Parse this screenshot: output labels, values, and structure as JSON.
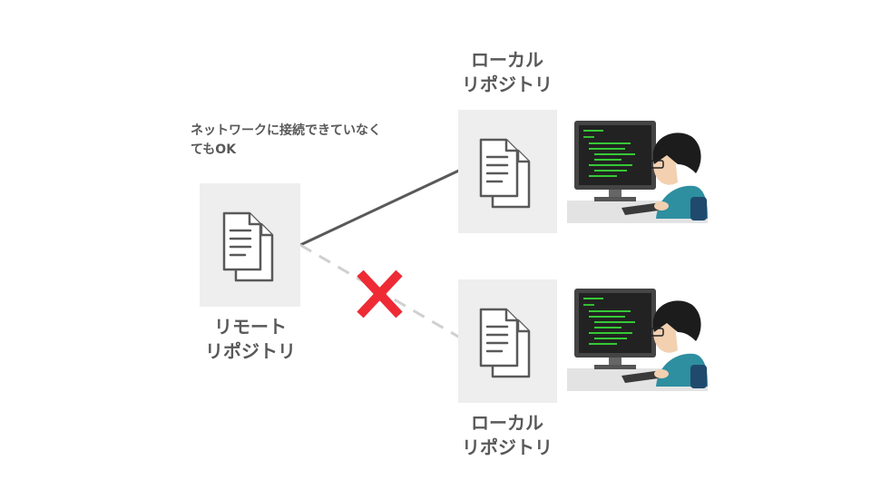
{
  "remote": {
    "line1": "リモート",
    "line2": "リポジトリ"
  },
  "local_top": {
    "line1": "ローカル",
    "line2": "リポジトリ"
  },
  "local_bottom": {
    "line1": "ローカル",
    "line2": "リポジトリ"
  },
  "note": {
    "line1": "ネットワークに接続できていなく",
    "line2": "てもOK"
  },
  "colors": {
    "box": "#eeeeee",
    "line_solid": "#595959",
    "line_dashed": "#d0d0d0",
    "cross": "#ee2a35",
    "code_text": "#3cff3c"
  },
  "icons": [
    "document-icon",
    "cross-icon",
    "developer-illustration"
  ]
}
